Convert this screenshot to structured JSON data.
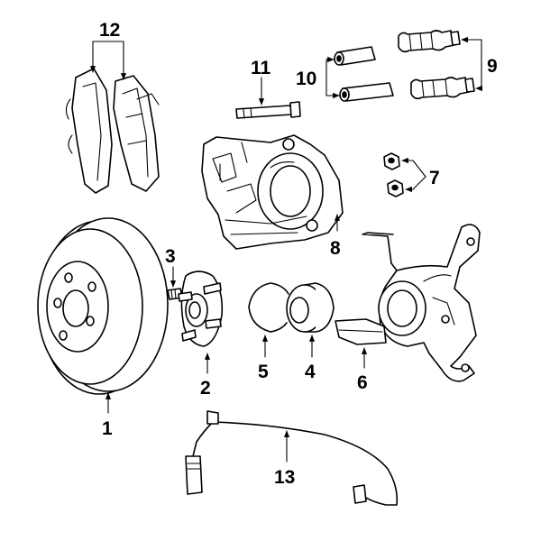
{
  "diagram": {
    "callouts": [
      {
        "id": "1",
        "label": "1",
        "part": "rotor"
      },
      {
        "id": "2",
        "label": "2",
        "part": "hub"
      },
      {
        "id": "3",
        "label": "3",
        "part": "wheel-stud"
      },
      {
        "id": "4",
        "label": "4",
        "part": "bearing"
      },
      {
        "id": "5",
        "label": "5",
        "part": "snap-ring"
      },
      {
        "id": "6",
        "label": "6",
        "part": "knuckle"
      },
      {
        "id": "7",
        "label": "7",
        "part": "nuts"
      },
      {
        "id": "8",
        "label": "8",
        "part": "caliper"
      },
      {
        "id": "9",
        "label": "9",
        "part": "boots"
      },
      {
        "id": "10",
        "label": "10",
        "part": "bushings"
      },
      {
        "id": "11",
        "label": "11",
        "part": "guide-pin-bolt"
      },
      {
        "id": "12",
        "label": "12",
        "part": "brake-pads"
      },
      {
        "id": "13",
        "label": "13",
        "part": "wear-sensor-cable"
      }
    ]
  }
}
